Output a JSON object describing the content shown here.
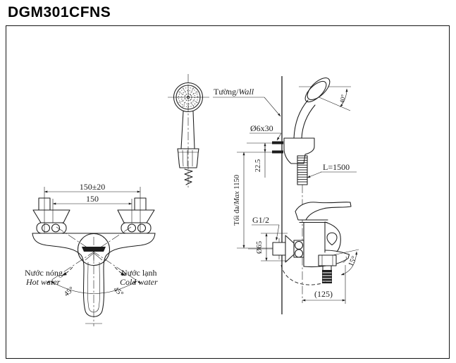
{
  "title": "DGM301CFNS",
  "ink_color": "#1c1c1c",
  "front_view": {
    "dim_overall": "150±20",
    "dim_centers": "150",
    "hot_label_vi": "Nước nóng",
    "hot_label_en": "Hot water",
    "cold_label_vi": "Nước lạnh",
    "cold_label_en": "Cold water",
    "angle_left": "45°",
    "angle_right": "45°"
  },
  "side_view": {
    "wall_label_vi": "Tường/",
    "wall_label_en": "Wall",
    "screw_dim": "Ø6x30",
    "screw_offset": "22.5",
    "max_height_vi": "Tối đa/",
    "max_height_en": "Max",
    "max_height_value": " 1150",
    "thread_label": "G1/2",
    "escutcheon_dim": "Ø65",
    "hose_length": "L=1500",
    "head_angle": "40°",
    "spout_angle": "15°",
    "spout_reach": "(125)"
  }
}
